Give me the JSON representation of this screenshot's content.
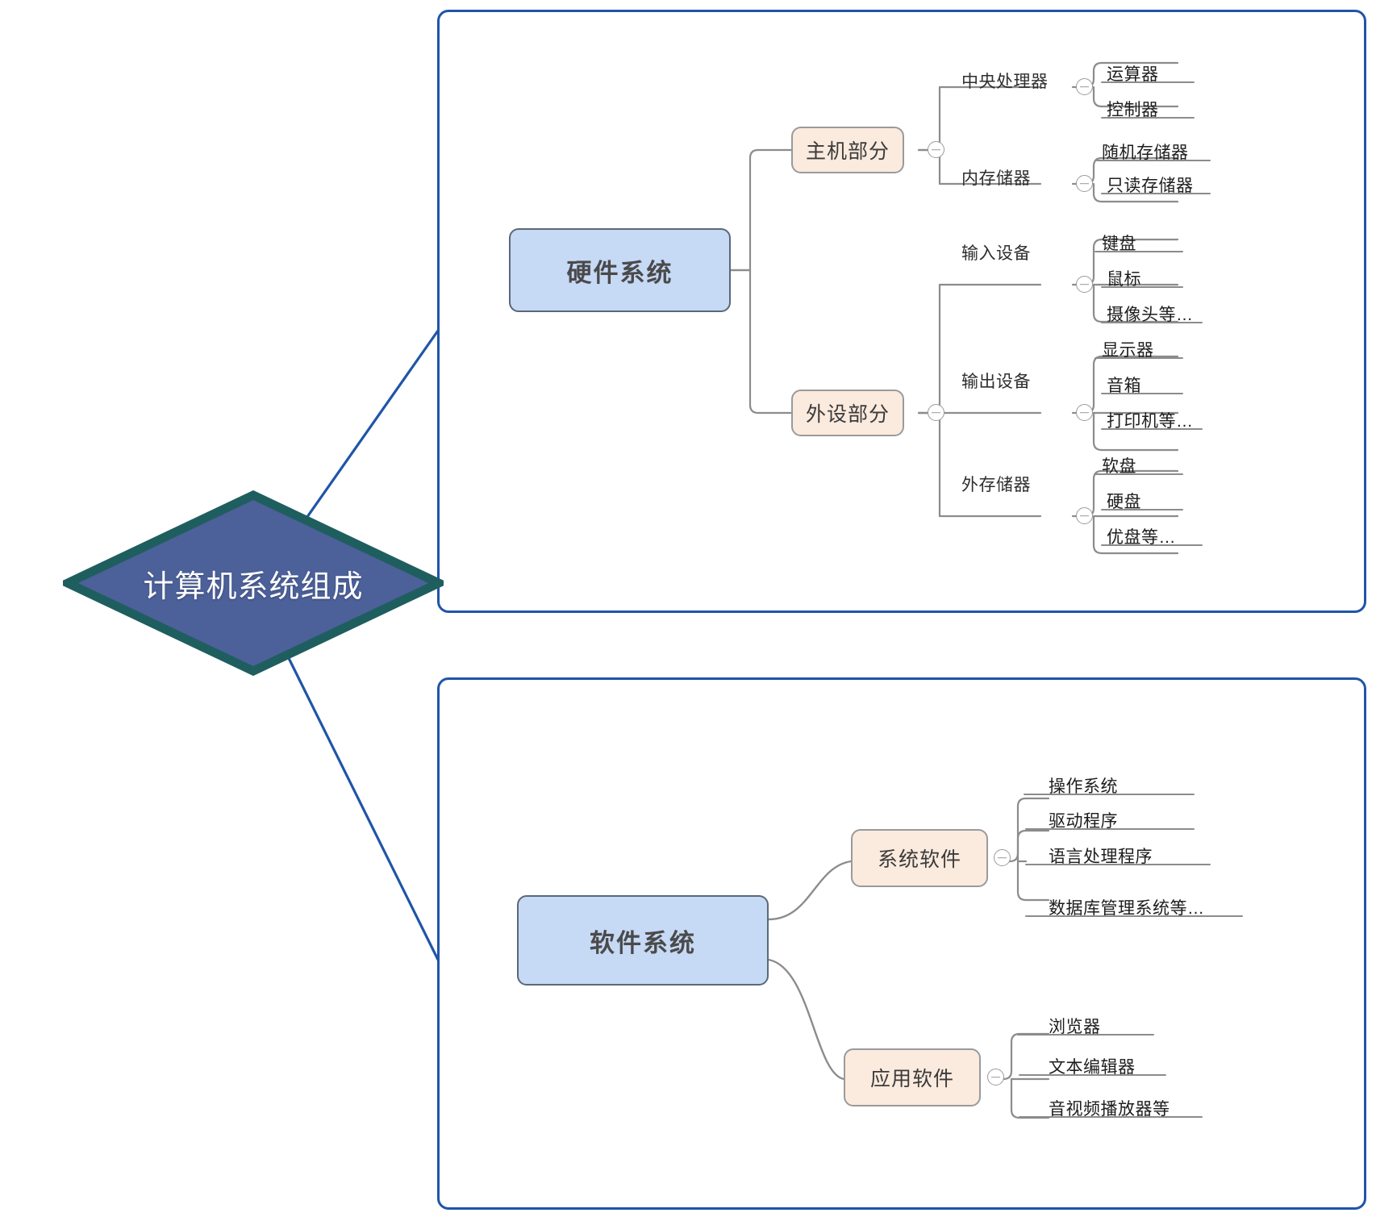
{
  "diagram": {
    "title": "计算机系统组成",
    "colors": {
      "panel_border": "#1f55a8",
      "diamond_fill": "#4c6099",
      "diamond_stroke": "#1f5e5e",
      "root_fill": "#c6d9f5",
      "root_stroke": "#5b6878",
      "mid_fill": "#fbeade",
      "mid_stroke": "#9a9a9a",
      "connector": "#8c8c8c",
      "spine": "#1f55a8"
    }
  },
  "hardware": {
    "root": "硬件系统",
    "branches": [
      {
        "label": "主机部分",
        "children": [
          {
            "label": "中央处理器",
            "leaves": [
              "运算器",
              "控制器"
            ]
          },
          {
            "label": "内存储器",
            "leaves": [
              "随机存储器",
              "只读存储器"
            ]
          }
        ]
      },
      {
        "label": "外设部分",
        "children": [
          {
            "label": "输入设备",
            "leaves": [
              "键盘",
              "鼠标",
              "摄像头等…"
            ]
          },
          {
            "label": "输出设备",
            "leaves": [
              "显示器",
              "音箱",
              "打印机等…"
            ]
          },
          {
            "label": "外存储器",
            "leaves": [
              "软盘",
              "硬盘",
              "优盘等…"
            ]
          }
        ]
      }
    ]
  },
  "software": {
    "root": "软件系统",
    "branches": [
      {
        "label": "系统软件",
        "leaves": [
          "操作系统",
          "驱动程序",
          "语言处理程序",
          "数据库管理系统等…"
        ]
      },
      {
        "label": "应用软件",
        "leaves": [
          "浏览器",
          "文本编辑器",
          "音视频播放器等"
        ]
      }
    ]
  }
}
